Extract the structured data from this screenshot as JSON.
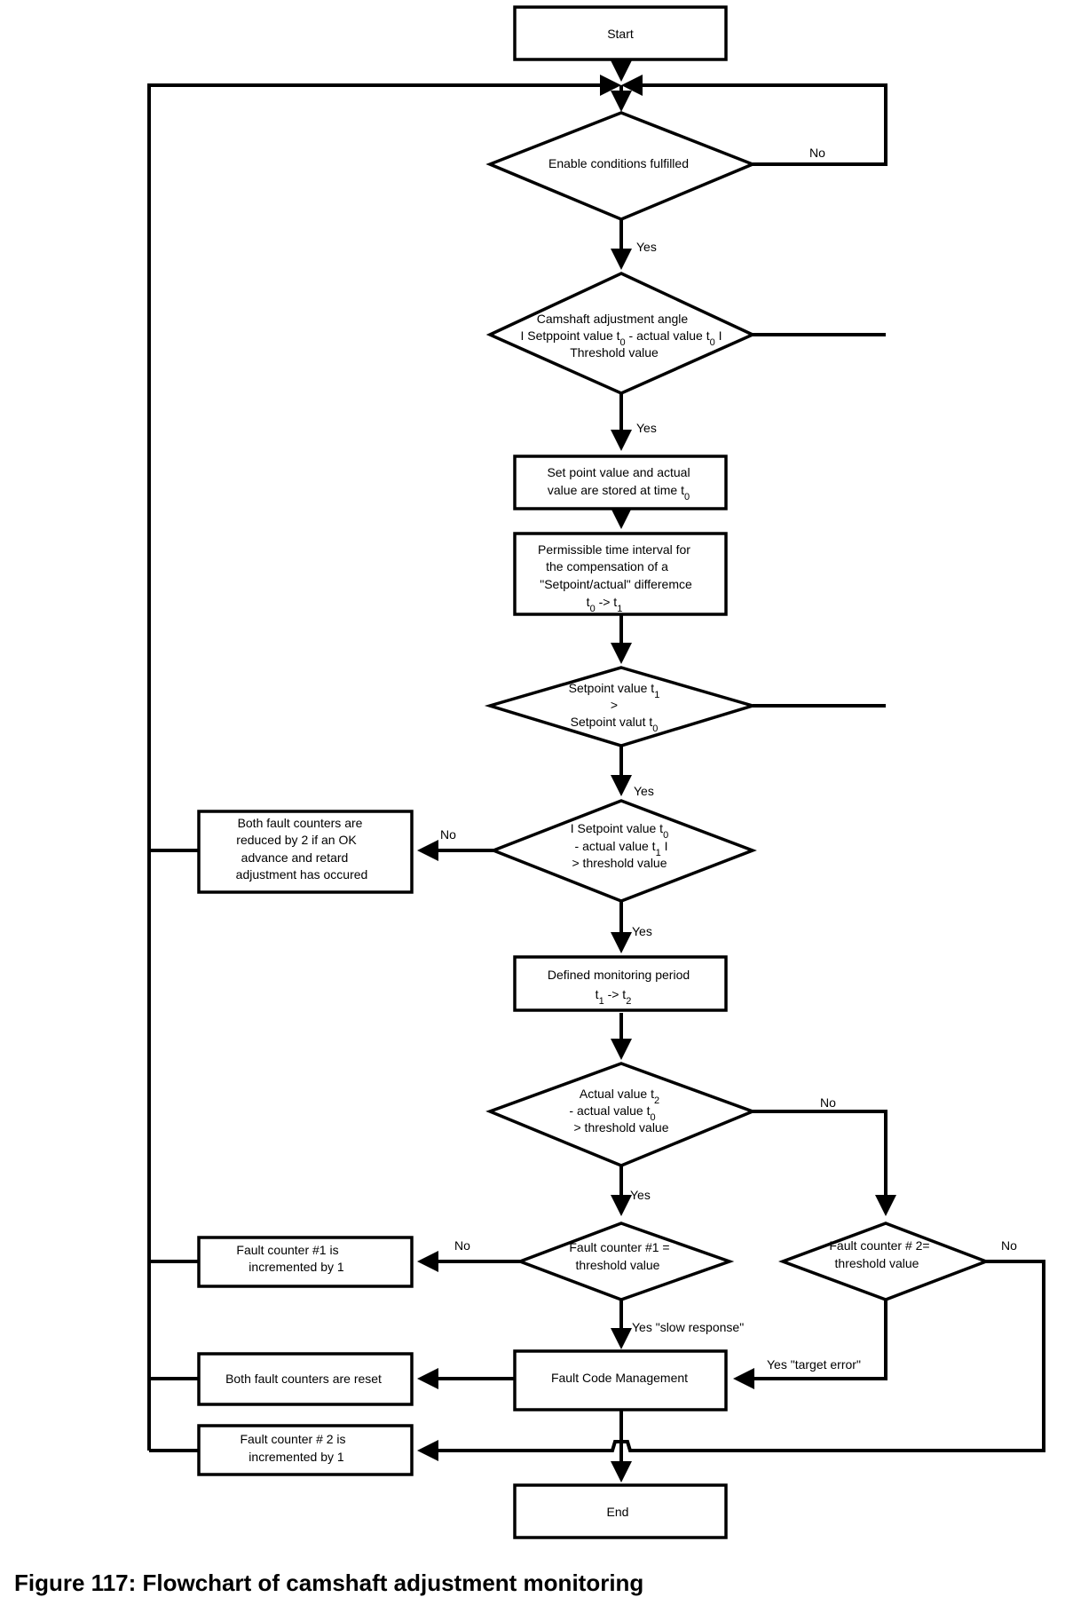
{
  "nodes": {
    "start": "Start",
    "enable": "Enable conditions fulfilled",
    "camshaft": {
      "line1": "Camshaft adjustment angle",
      "line2_a": "I Setppoint value t",
      "line2_b": " - actual value t",
      "line2_c": " I",
      "line3": "Threshold value"
    },
    "stored": {
      "line1": "Set point value and actual",
      "line2": "value are stored at time t"
    },
    "interval": {
      "line1": "Permissible time interval for",
      "line2": "the compensation of a",
      "line3": "\"Setpoint/actual\" differemce",
      "line4_a": "t",
      "line4_b": " -> t"
    },
    "setpoint_compare": {
      "line1": "Setpoint value t",
      "line2": ">",
      "line3": "Setpoint valut t"
    },
    "abs_diff": {
      "line1": "I Setpoint value t",
      "line2_a": "- actual value t",
      "line2_b": " I",
      "line3": "> threshold value"
    },
    "reduced": {
      "line1": "Both fault counters are",
      "line2": "reduced by 2 if an OK",
      "line3": "advance and retard",
      "line4": "adjustment has occured"
    },
    "monitoring": {
      "line1": "Defined monitoring period",
      "line2_a": "t",
      "line2_b": " -> t"
    },
    "actual_diff": {
      "line1": "Actual value  t",
      "line2": "- actual value t",
      "line3": "> threshold value"
    },
    "fc1_threshold": {
      "line1": "Fault counter #1 =",
      "line2": "threshold value"
    },
    "fc2_threshold": {
      "line1": "Fault counter # 2=",
      "line2": "threshold value"
    },
    "fc1_increment": {
      "line1": "Fault counter #1 is",
      "line2": "incremented by 1"
    },
    "reset": "Both fault counters are reset",
    "fcm": "Fault Code Management",
    "fc2_increment": {
      "line1": "Fault counter # 2 is",
      "line2": "incremented by 1"
    },
    "end": "End"
  },
  "subscripts": {
    "zero": "0",
    "one": "1",
    "two": "2"
  },
  "edge_labels": {
    "yes": "Yes",
    "no": "No",
    "yes_slow": "Yes \"slow response\"",
    "yes_target": "Yes \"target error\""
  },
  "caption": "Figure 117: Flowchart of camshaft adjustment monitoring"
}
